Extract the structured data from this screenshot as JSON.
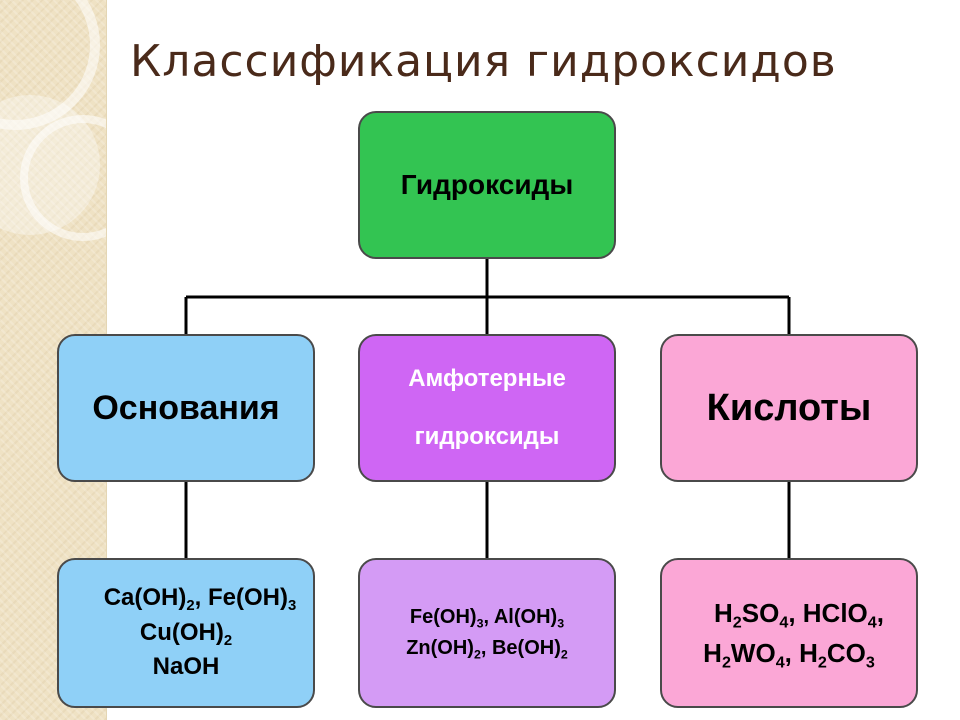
{
  "title": "Классификация гидроксидов",
  "root": {
    "label": "Гидроксиды"
  },
  "categories": [
    {
      "label_lines": [
        "Основания"
      ],
      "color": "#8fd0f7",
      "examples": [
        [
          {
            "t": "Ca(OH)"
          },
          {
            "s": "2"
          },
          {
            "t": ", Fe(OH)"
          },
          {
            "s": "3"
          }
        ],
        [
          {
            "t": "Cu(OH)"
          },
          {
            "s": "2"
          }
        ],
        [
          {
            "t": "NaOH"
          }
        ]
      ]
    },
    {
      "label_lines": [
        "Амфотерные",
        "гидроксиды"
      ],
      "color": "#cf66f4",
      "examples": [
        [
          {
            "t": "Fe(OH)"
          },
          {
            "s": "3"
          },
          {
            "t": ", Al(OH)"
          },
          {
            "s": "3"
          }
        ],
        [
          {
            "t": "Zn(OH)"
          },
          {
            "s": "2"
          },
          {
            "t": ", Be(OH)"
          },
          {
            "s": "2"
          }
        ]
      ]
    },
    {
      "label_lines": [
        "Кислоты"
      ],
      "color": "#fba7d6",
      "examples": [
        [
          {
            "t": "H"
          },
          {
            "s": "2"
          },
          {
            "t": "SO"
          },
          {
            "s": "4"
          },
          {
            "t": ", HClO"
          },
          {
            "s": "4"
          },
          {
            "t": ","
          }
        ],
        [
          {
            "t": "H"
          },
          {
            "s": "2"
          },
          {
            "t": "WO"
          },
          {
            "s": "4"
          },
          {
            "t": ", H"
          },
          {
            "s": "2"
          },
          {
            "t": "CO"
          },
          {
            "s": "3"
          }
        ]
      ]
    }
  ],
  "colors": {
    "root": "#33c452",
    "connector": "#000000",
    "title": "#4a2a1a"
  }
}
